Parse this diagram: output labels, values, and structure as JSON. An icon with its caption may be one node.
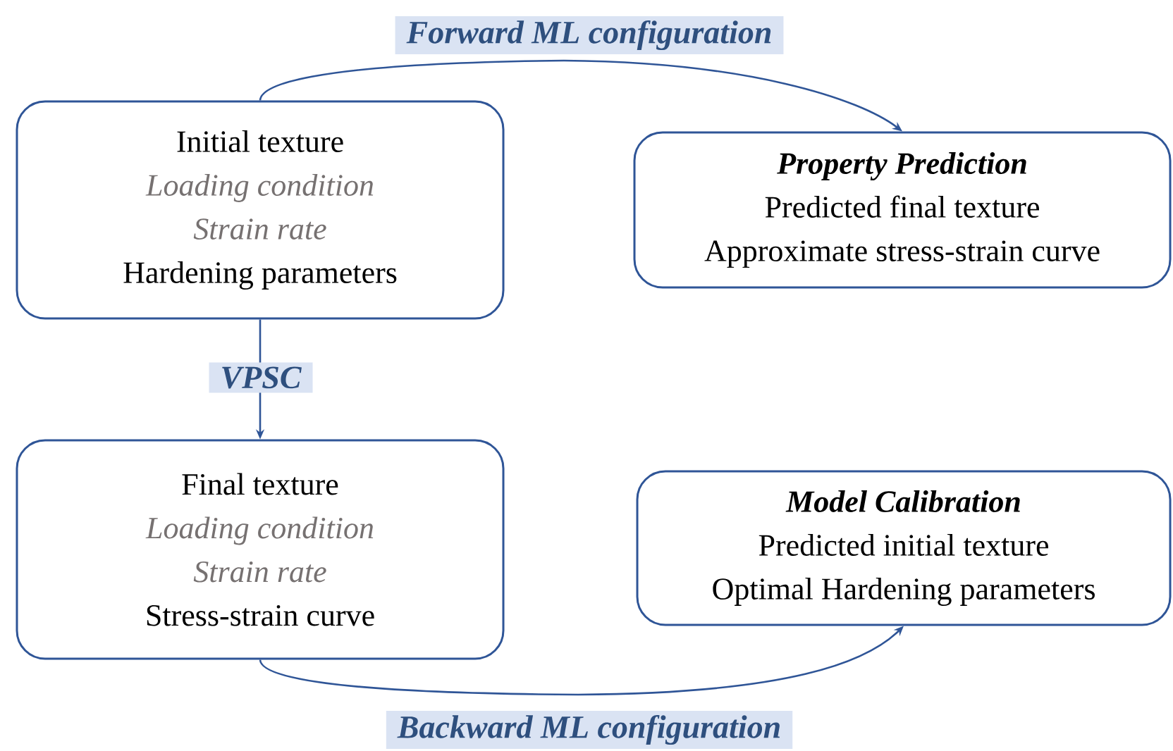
{
  "diagram": {
    "nodes": [
      {
        "text": [
          "Initial texture",
          "Loading condition",
          "Strain rate",
          "Hardening parameters"
        ]
      },
      {
        "text": [
          "Property Prediction",
          "Predicted final texture",
          "Approximate stress-strain curve"
        ]
      },
      {
        "text": [
          "Final texture",
          "Loading condition",
          "Strain rate",
          "Stress-strain curve"
        ]
      },
      {
        "text": [
          "Model Calibration",
          "Predicted initial texture",
          "Optimal Hardening parameters"
        ]
      }
    ],
    "edges": [
      {
        "from": 0,
        "to": 1,
        "arrow": "to",
        "label": "Forward ML configuration"
      },
      {
        "from": 0,
        "to": 2,
        "arrow": "to",
        "label": "VPSC"
      },
      {
        "from": 2,
        "to": 3,
        "arrow": "to",
        "label": "Backward ML configuration"
      }
    ]
  }
}
